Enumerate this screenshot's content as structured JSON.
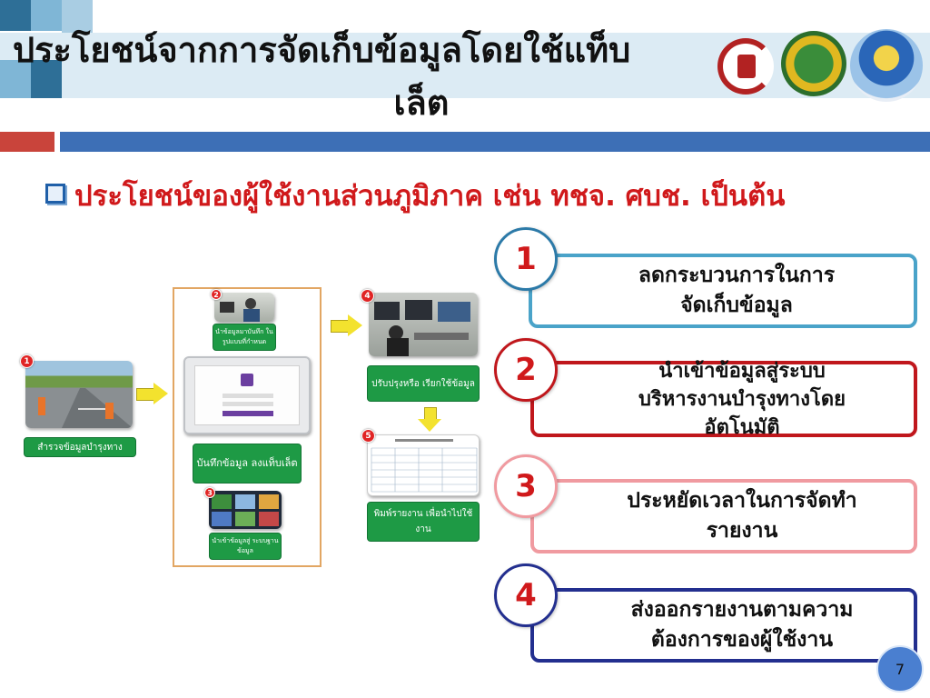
{
  "slide": {
    "title_line_1": "ประโยชน์จากการจัดเก็บข้อมูลโดยใช้แท็บ",
    "title_line_2": "เล็ต",
    "subtitle": "ประโยชน์ของผู้ใช้งานส่วนภูมิภาค เช่น ทชจ. ศบช. เป็นต้น",
    "page_number": "7"
  },
  "workflow": {
    "steps": [
      {
        "number": "1",
        "label": "สำรวจข้อมูลบำรุงทาง"
      },
      {
        "number": "2",
        "label": "นำข้อมูลมาบันทึก ในรูปแบบที่กำหนด"
      },
      {
        "number": "",
        "label": "บันทึกข้อมูล ลงแท็บเล็ต"
      },
      {
        "number": "3",
        "label": "นำเข้าข้อมูลสู่ ระบบฐานข้อมูล"
      },
      {
        "number": "4",
        "label": "ปรับปรุงหรือ เรียกใช้ข้อมูล"
      },
      {
        "number": "5",
        "label": "พิมพ์รายงาน เพื่อนำไปใช้งาน"
      }
    ]
  },
  "benefits": [
    {
      "number": "1",
      "text": "ลดกระบวนการในการจัดเก็บข้อมูล",
      "line_1": "ลดกระบวนการในการ",
      "line_2": "จัดเก็บข้อมูล",
      "border_color": "#4aa3c9"
    },
    {
      "number": "2",
      "text": "นำเข้าข้อมูลสู่ระบบบริหารงานบำรุงทางโดยอัตโนมัติ",
      "line_1": "นำเข้าข้อมูลสู่ระบบ",
      "line_2": "บริหารงานบำรุงทางโดย",
      "line_3": "อัตโนมัติ",
      "border_color": "#c0171c"
    },
    {
      "number": "3",
      "text": "ประหยัดเวลาในการจัดทำรายงาน",
      "line_1": "ประหยัดเวลาในการจัดทำ",
      "line_2": "รายงาน",
      "border_color": "#f09aa0"
    },
    {
      "number": "4",
      "text": "ส่งออกรายงานตามความต้องการของผู้ใช้งาน",
      "line_1": "ส่งออกรายงานตามความ",
      "line_2": "ต้องการของผู้ใช้งาน",
      "border_color": "#232f8f"
    }
  ],
  "colors": {
    "title_text": "#111111",
    "subtitle_text": "#d0191b",
    "step_label_bg": "#1e9a45",
    "number_text": "#d0191b",
    "header_blue": "#3d6fb6",
    "header_red": "#c9443b"
  }
}
